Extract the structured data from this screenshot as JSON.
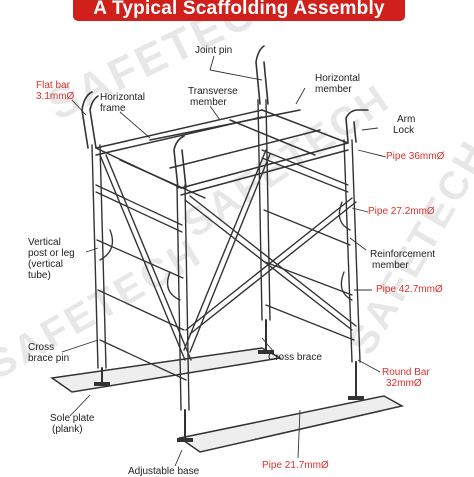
{
  "title": "A Typical Scaffolding Assembly",
  "watermark": "SAFETECH",
  "labels": {
    "joint_pin": "Joint pin",
    "horizontal_member_1": "Horizontal",
    "horizontal_member_2": "member",
    "flat_bar_1": "Flat bar",
    "flat_bar_2": "3.1mmØ",
    "horizontal_frame_1": "Horizontal",
    "horizontal_frame_2": "frame",
    "transverse_member_1": "Transverse",
    "transverse_member_2": "member",
    "arm_lock_1": "Arm",
    "arm_lock_2": "Lock",
    "pipe_36": "Pipe 36mmØ",
    "pipe_27": "Pipe 27.2mmØ",
    "vertical_post_1": "Vertical",
    "vertical_post_2": "post or leg",
    "vertical_post_3": "(vertical",
    "vertical_post_4": "tube)",
    "reinforcement_1": "Reinforcement",
    "reinforcement_2": "member",
    "pipe_42": "Pipe 42.7mmØ",
    "cross_brace_pin_1": "Cross",
    "cross_brace_pin_2": "brace pin",
    "cross_brace": "Cross brace",
    "round_bar_1": "Round Bar",
    "round_bar_2": "32mmØ",
    "sole_plate_1": "Sole plate",
    "sole_plate_2": "(plank)",
    "pipe_21": "Pipe 21.7mmØ",
    "adjustable_base": "Adjustable base"
  },
  "colors": {
    "banner": "#d0201c",
    "callout_red": "#e0312a",
    "ink": "#222222",
    "watermark": "#aaaaaa"
  }
}
